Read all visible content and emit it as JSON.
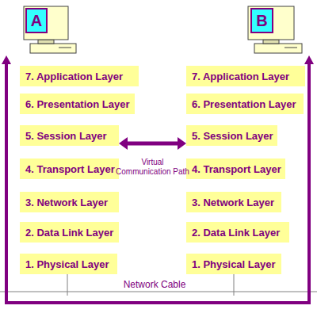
{
  "diagram": {
    "nodes": [
      {
        "text": [
          "A"
        ]
      },
      {
        "text": [
          "B"
        ]
      },
      {
        "text": [
          "7. Application Layer"
        ]
      },
      {
        "text": [
          "7. Application Layer"
        ]
      },
      {
        "text": [
          "6. Presentation Layer"
        ]
      },
      {
        "text": [
          "6. Presentation Layer"
        ]
      },
      {
        "text": [
          "5. Session Layer"
        ]
      },
      {
        "text": [
          "5. Session Layer"
        ]
      },
      {
        "text": [
          "4. Transport Layer"
        ]
      },
      {
        "text": [
          "4. Transport Layer"
        ]
      },
      {
        "text": [
          "3. Network Layer"
        ]
      },
      {
        "text": [
          "3. Network Layer"
        ]
      },
      {
        "text": [
          "2. Data Link Layer"
        ]
      },
      {
        "text": [
          "2. Data Link Layer"
        ]
      },
      {
        "text": [
          "1. Physical Layer"
        ]
      },
      {
        "text": [
          "1. Physical Layer"
        ]
      }
    ],
    "edges": [
      {
        "from": 0,
        "to": 1,
        "arrow": "both"
      },
      {
        "from": 6,
        "to": 7,
        "label": "Virtual Communication Path",
        "arrow": "both"
      }
    ],
    "labels": [
      "Network Cable"
    ]
  }
}
